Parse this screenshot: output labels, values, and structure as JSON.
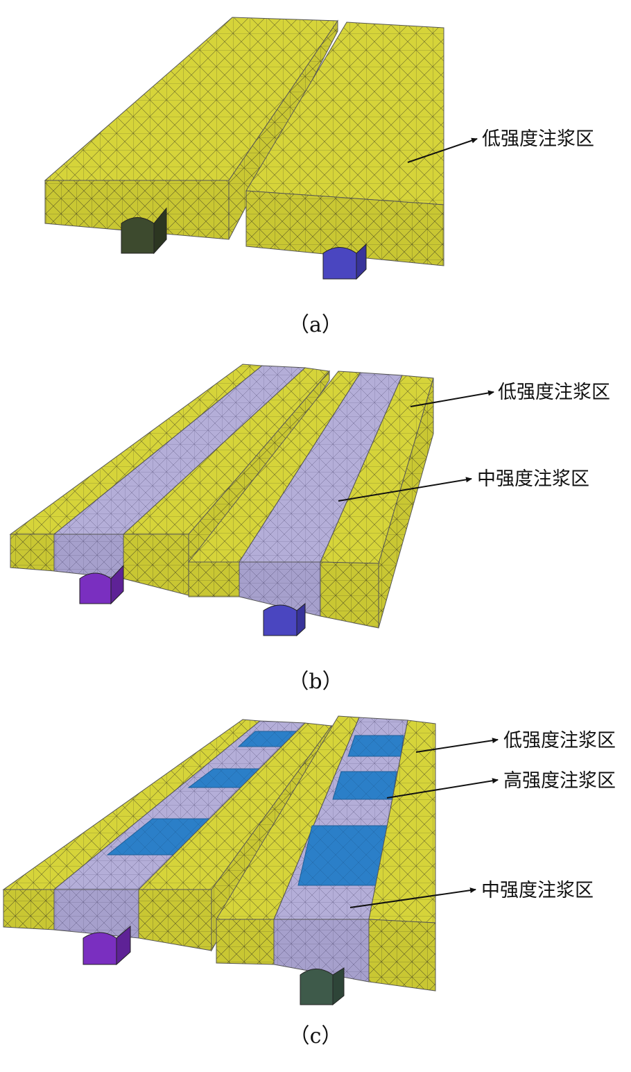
{
  "panels": [
    {
      "caption": "（a）",
      "annotations": [
        {
          "label": "低强度注浆区"
        }
      ]
    },
    {
      "caption": "（b）",
      "annotations": [
        {
          "label": "低强度注浆区"
        },
        {
          "label": "中强度注浆区"
        }
      ]
    },
    {
      "caption": "（c）",
      "annotations": [
        {
          "label": "低强度注浆区"
        },
        {
          "label": "高强度注浆区"
        },
        {
          "label": "中强度注浆区"
        }
      ]
    }
  ],
  "colors": {
    "low_strength_zone": "#d6d43a",
    "medium_strength_zone": "#b4aed8",
    "high_strength_zone": "#2b7fc8",
    "tunnel_dark_green": "#3d4a2e",
    "tunnel_blue": "#4a46c0",
    "tunnel_purple": "#7a2fc0",
    "tunnel_grey_green": "#3e5a4a",
    "mesh_line": "#5a5a2a"
  }
}
